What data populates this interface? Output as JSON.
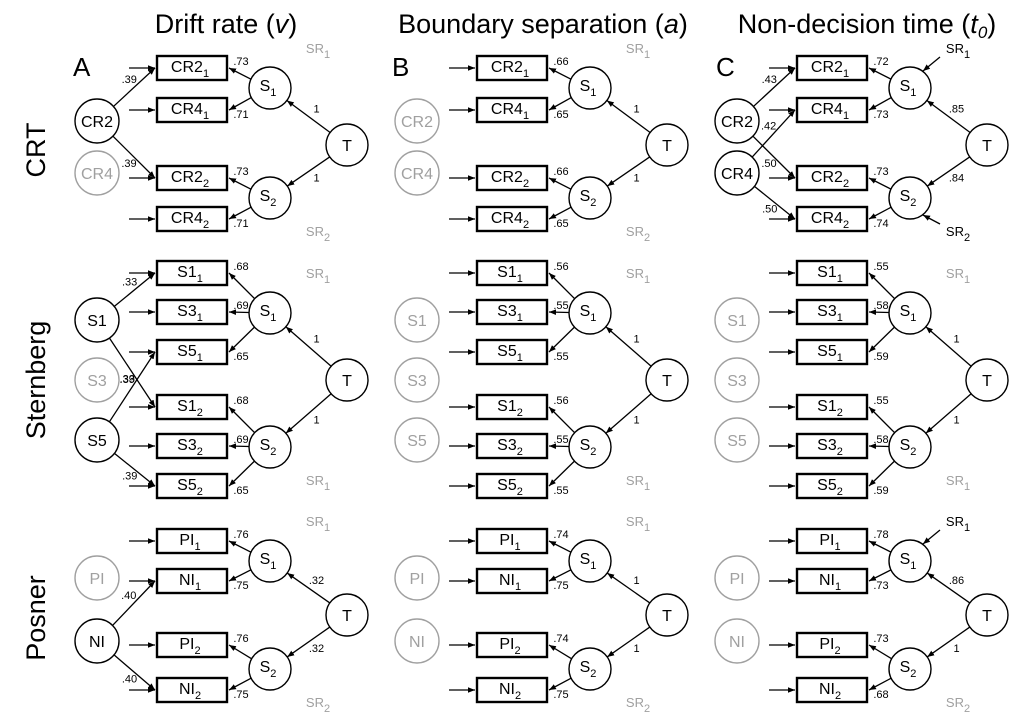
{
  "columns": {
    "drift_prefix": "Drift rate (",
    "drift_sym": "v",
    "drift_suffix": ")",
    "boundary_prefix": "Boundary separation (",
    "boundary_sym": "a",
    "boundary_suffix": ")",
    "nondec_prefix": "Non-decision time (",
    "nondec_sym": "t",
    "nondec_sub": "0",
    "nondec_suffix": ")"
  },
  "rows": [
    "CRT",
    "Sternberg",
    "Posner"
  ],
  "panels": [
    "A",
    "B",
    "C"
  ],
  "labels": {
    "T": "T",
    "S": "S",
    "SR": "SR",
    "sub1": "1",
    "sub2": "2",
    "CR2": "CR2",
    "CR4": "CR4",
    "S1": "S1",
    "S3": "S3",
    "S5": "S5",
    "PI": "PI",
    "NI": "NI"
  },
  "colors": {
    "ink": "#000000",
    "faded": "#a0a0a0"
  },
  "grid": [
    [
      {
        "obs": [
          "CR2",
          "CR4"
        ],
        "lat": [
          "CR2",
          "CR4"
        ],
        "latActive": [
          true,
          false
        ],
        "load1": [
          ".73",
          ".71"
        ],
        "load2": [
          ".73",
          ".71"
        ],
        "t": [
          "1",
          "1"
        ],
        "sr": [
          false,
          false
        ],
        "latLoads": [
          [
            ".39",
            ".39"
          ],
          []
        ]
      },
      {
        "obs": [
          "CR2",
          "CR4"
        ],
        "lat": [
          "CR2",
          "CR4"
        ],
        "latActive": [
          false,
          false
        ],
        "load1": [
          ".66",
          ".65"
        ],
        "load2": [
          ".66",
          ".65"
        ],
        "t": [
          "1",
          "1"
        ],
        "sr": [
          false,
          false
        ],
        "latLoads": [
          [],
          []
        ]
      },
      {
        "obs": [
          "CR2",
          "CR4"
        ],
        "lat": [
          "CR2",
          "CR4"
        ],
        "latActive": [
          true,
          true
        ],
        "load1": [
          ".72",
          ".73"
        ],
        "load2": [
          ".73",
          ".74"
        ],
        "t": [
          ".85",
          ".84"
        ],
        "sr": [
          true,
          true
        ],
        "latLoads": [
          [
            ".43",
            ".50"
          ],
          [
            ".42",
            ".50"
          ]
        ]
      }
    ],
    [
      {
        "obs": [
          "S1",
          "S3",
          "S5"
        ],
        "lat": [
          "S1",
          "S3",
          "S5"
        ],
        "latActive": [
          true,
          false,
          true
        ],
        "load1": [
          ".68",
          ".69",
          ".65"
        ],
        "load2": [
          ".68",
          ".69",
          ".65"
        ],
        "t": [
          "1",
          "1"
        ],
        "sr": [
          false,
          false
        ],
        "latLoads": [
          [
            ".33",
            ".33"
          ],
          [],
          [
            ".39",
            ".39"
          ]
        ]
      },
      {
        "obs": [
          "S1",
          "S3",
          "S5"
        ],
        "lat": [
          "S1",
          "S3",
          "S5"
        ],
        "latActive": [
          false,
          false,
          false
        ],
        "load1": [
          ".56",
          ".55",
          ".55"
        ],
        "load2": [
          ".56",
          ".55",
          ".55"
        ],
        "t": [
          "1",
          "1"
        ],
        "sr": [
          false,
          false
        ],
        "latLoads": [
          [],
          [],
          []
        ]
      },
      {
        "obs": [
          "S1",
          "S3",
          "S5"
        ],
        "lat": [
          "S1",
          "S3",
          "S5"
        ],
        "latActive": [
          false,
          false,
          false
        ],
        "load1": [
          ".55",
          ".58",
          ".59"
        ],
        "load2": [
          ".55",
          ".58",
          ".59"
        ],
        "t": [
          "1",
          "1"
        ],
        "sr": [
          false,
          false
        ],
        "latLoads": [
          [],
          [],
          []
        ]
      }
    ],
    [
      {
        "obs": [
          "PI",
          "NI"
        ],
        "lat": [
          "PI",
          "NI"
        ],
        "latActive": [
          false,
          true
        ],
        "load1": [
          ".76",
          ".75"
        ],
        "load2": [
          ".76",
          ".75"
        ],
        "t": [
          ".32",
          ".32"
        ],
        "sr": [
          false,
          false
        ],
        "latLoads": [
          [],
          [
            ".40",
            ".40"
          ]
        ]
      },
      {
        "obs": [
          "PI",
          "NI"
        ],
        "lat": [
          "PI",
          "NI"
        ],
        "latActive": [
          false,
          false
        ],
        "load1": [
          ".74",
          ".75"
        ],
        "load2": [
          ".74",
          ".75"
        ],
        "t": [
          "1",
          "1"
        ],
        "sr": [
          false,
          false
        ],
        "latLoads": [
          [],
          []
        ]
      },
      {
        "obs": [
          "PI",
          "NI"
        ],
        "lat": [
          "PI",
          "NI"
        ],
        "latActive": [
          false,
          false
        ],
        "load1": [
          ".78",
          ".73"
        ],
        "load2": [
          ".73",
          ".68"
        ],
        "t": [
          ".86",
          "1"
        ],
        "sr": [
          true,
          false
        ],
        "latLoads": [
          [],
          []
        ]
      }
    ]
  ]
}
